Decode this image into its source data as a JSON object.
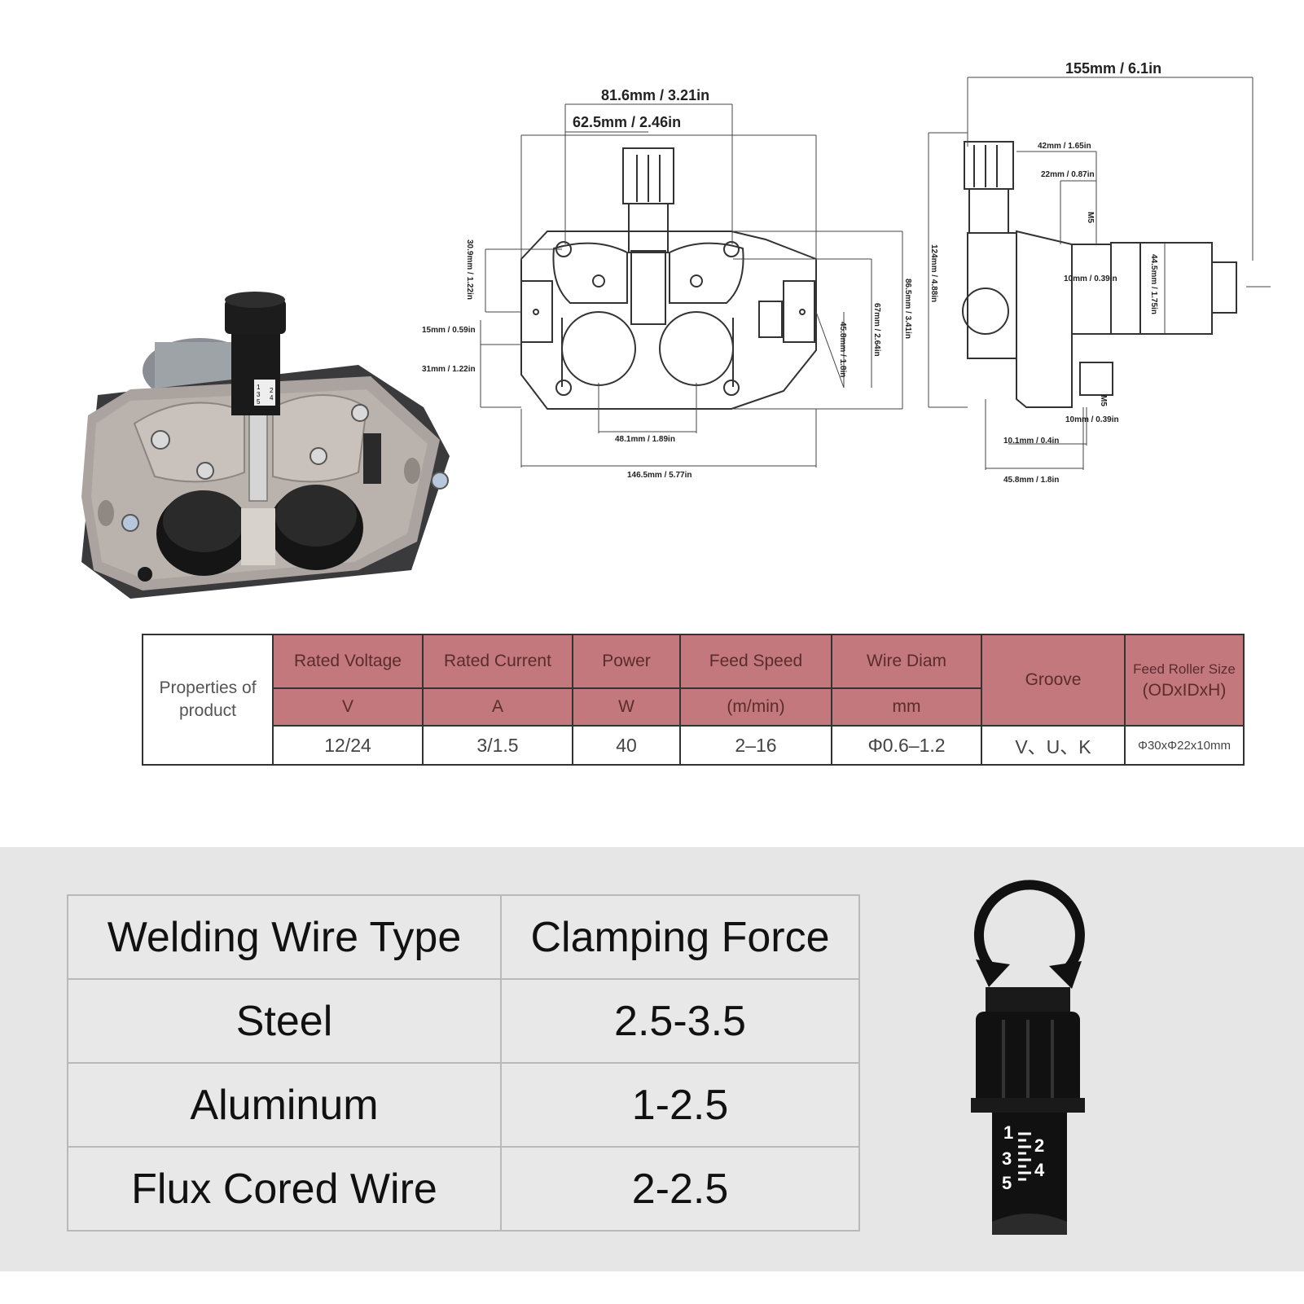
{
  "dimensions": {
    "front": {
      "d81": "81.6mm / 3.21in",
      "d62": "62.5mm / 2.46in",
      "d309": "30.9mm / 1.22in",
      "d15": "15mm / 0.59in",
      "d31": "31mm / 1.22in",
      "d458": "45.8mm / 1.8in",
      "d67": "67mm / 2.64in",
      "d865": "86.5mm / 3.41in",
      "d481": "48.1mm / 1.89in",
      "d1465": "146.5mm / 5.77in"
    },
    "side": {
      "d155": "155mm / 6.1in",
      "d42": "42mm / 1.65in",
      "d22": "22mm / 0.87in",
      "m5a": "M5",
      "d10a": "10mm / 0.39in",
      "d124": "124mm / 4.88in",
      "d445": "44.5mm / 1.75in",
      "m5b": "M5",
      "d10b": "10mm / 0.39in",
      "d101": "10.1mm / 0.4in",
      "d458s": "45.8mm / 1.8in"
    }
  },
  "photo_knob_scale": [
    "1",
    "2",
    "3",
    "4",
    "5"
  ],
  "spec_table": {
    "row_label": [
      "Properties of",
      "product"
    ],
    "columns": [
      {
        "header": "Rated Voltage",
        "unit": "V",
        "value": "12/24"
      },
      {
        "header": "Rated Current",
        "unit": "A",
        "value": "3/1.5"
      },
      {
        "header": "Power",
        "unit": "W",
        "value": "40"
      },
      {
        "header": "Feed Speed",
        "unit": "(m/min)",
        "value": "2–16"
      },
      {
        "header": "Wire Diam",
        "unit": "mm",
        "value": "Φ0.6–1.2"
      },
      {
        "header": "Groove",
        "unit": "",
        "value": "V、U、K"
      },
      {
        "header": "Feed Roller Size",
        "unit": "(ODxIDxH)",
        "value": "Φ30xΦ22x10mm"
      }
    ]
  },
  "wire_table": {
    "headers": [
      "Welding Wire Type",
      "Clamping Force"
    ],
    "rows": [
      {
        "type": "Steel",
        "force": "2.5-3.5"
      },
      {
        "type": "Aluminum",
        "force": "1-2.5"
      },
      {
        "type": "Flux Cored Wire",
        "force": "2-2.5"
      }
    ]
  },
  "knob_scale": [
    "1",
    "2",
    "3",
    "4",
    "5"
  ],
  "colors": {
    "header_fill": "#c2787c",
    "band": "#e6e6e6",
    "knob": "#111111"
  }
}
